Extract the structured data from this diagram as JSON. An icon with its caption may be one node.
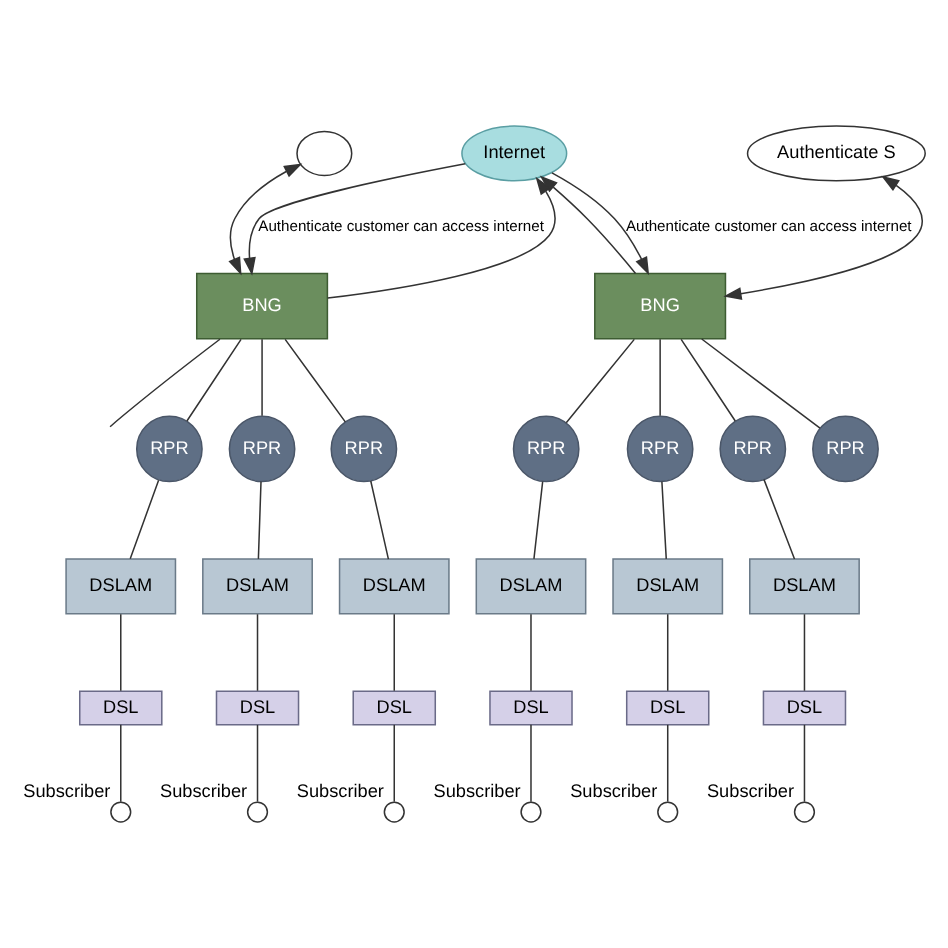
{
  "diagram": {
    "nodes": [
      {
        "text": [
          "Internet"
        ]
      },
      {
        "text": [],
        "shape": "ellipse"
      },
      {
        "text": [
          "BNG"
        ]
      },
      {
        "text": [
          "BNG"
        ]
      },
      {
        "text": [
          "Authenticate S"
        ]
      },
      {
        "text": [
          "RPR"
        ]
      },
      {
        "text": [
          "RPR"
        ]
      },
      {
        "text": [
          "RPR"
        ]
      },
      {
        "text": [
          "RPR"
        ]
      },
      {
        "text": [
          "RPR"
        ]
      },
      {
        "text": [
          "RPR"
        ]
      },
      {
        "text": [
          "RPR"
        ]
      },
      {
        "text": [
          "DSLAM"
        ]
      },
      {
        "text": [
          "DSLAM"
        ]
      },
      {
        "text": [
          "DSLAM"
        ]
      },
      {
        "text": [
          "DSLAM"
        ]
      },
      {
        "text": [
          "DSLAM"
        ]
      },
      {
        "text": [
          "DSLAM"
        ]
      },
      {
        "text": [
          "DSL"
        ]
      },
      {
        "text": [
          "DSL"
        ]
      },
      {
        "text": [
          "DSL"
        ]
      },
      {
        "text": [
          "DSL"
        ]
      },
      {
        "text": [
          "DSL"
        ]
      },
      {
        "text": [
          "DSL"
        ]
      },
      {
        "text": [],
        "shape": "person",
        "beside": [
          "Subscriber"
        ]
      },
      {
        "text": [],
        "shape": "person",
        "beside": [
          "Subscriber"
        ]
      },
      {
        "text": [],
        "shape": "person",
        "beside": [
          "Subscriber"
        ]
      },
      {
        "text": [],
        "shape": "person",
        "beside": [
          "Subscriber"
        ]
      },
      {
        "text": [],
        "shape": "person",
        "beside": [
          "Subscriber"
        ]
      },
      {
        "text": [],
        "shape": "person",
        "beside": [
          "Subscriber"
        ]
      }
    ],
    "edges": [
      {
        "from": 2,
        "to": 0,
        "arrow": "to"
      },
      {
        "from": 0,
        "to": 2,
        "arrow": "to",
        "label": "Authenticate customer can access internet"
      },
      {
        "from": 3,
        "to": 0,
        "arrow": "to"
      },
      {
        "from": 0,
        "to": 3,
        "arrow": "to",
        "label": "Authenticate customer can access internet"
      },
      {
        "from": 1,
        "to": 2,
        "arrow": "both"
      },
      {
        "from": 4,
        "to": 3,
        "arrow": "both"
      },
      {
        "from": 2,
        "to": null,
        "arrow": "none"
      },
      {
        "from": 2,
        "to": 5,
        "arrow": "none"
      },
      {
        "from": 2,
        "to": 6,
        "arrow": "none"
      },
      {
        "from": 2,
        "to": 7,
        "arrow": "none"
      },
      {
        "from": 3,
        "to": 8,
        "arrow": "none"
      },
      {
        "from": 3,
        "to": 9,
        "arrow": "none"
      },
      {
        "from": 3,
        "to": 10,
        "arrow": "none"
      },
      {
        "from": 3,
        "to": 11,
        "arrow": "none"
      },
      {
        "from": 5,
        "to": 12,
        "arrow": "none"
      },
      {
        "from": 6,
        "to": 13,
        "arrow": "none"
      },
      {
        "from": 7,
        "to": 14,
        "arrow": "none"
      },
      {
        "from": 8,
        "to": 15,
        "arrow": "none"
      },
      {
        "from": 9,
        "to": 16,
        "arrow": "none"
      },
      {
        "from": 10,
        "to": 17,
        "arrow": "none"
      },
      {
        "from": 12,
        "to": 18,
        "arrow": "none"
      },
      {
        "from": 13,
        "to": 19,
        "arrow": "none"
      },
      {
        "from": 14,
        "to": 20,
        "arrow": "none"
      },
      {
        "from": 15,
        "to": 21,
        "arrow": "none"
      },
      {
        "from": 16,
        "to": 22,
        "arrow": "none"
      },
      {
        "from": 17,
        "to": 23,
        "arrow": "none"
      },
      {
        "from": 18,
        "to": 24,
        "arrow": "none"
      },
      {
        "from": 19,
        "to": 25,
        "arrow": "none"
      },
      {
        "from": 20,
        "to": 26,
        "arrow": "none"
      },
      {
        "from": 21,
        "to": 27,
        "arrow": "none"
      },
      {
        "from": 22,
        "to": 28,
        "arrow": "none"
      },
      {
        "from": 23,
        "to": 29,
        "arrow": "none"
      }
    ]
  }
}
